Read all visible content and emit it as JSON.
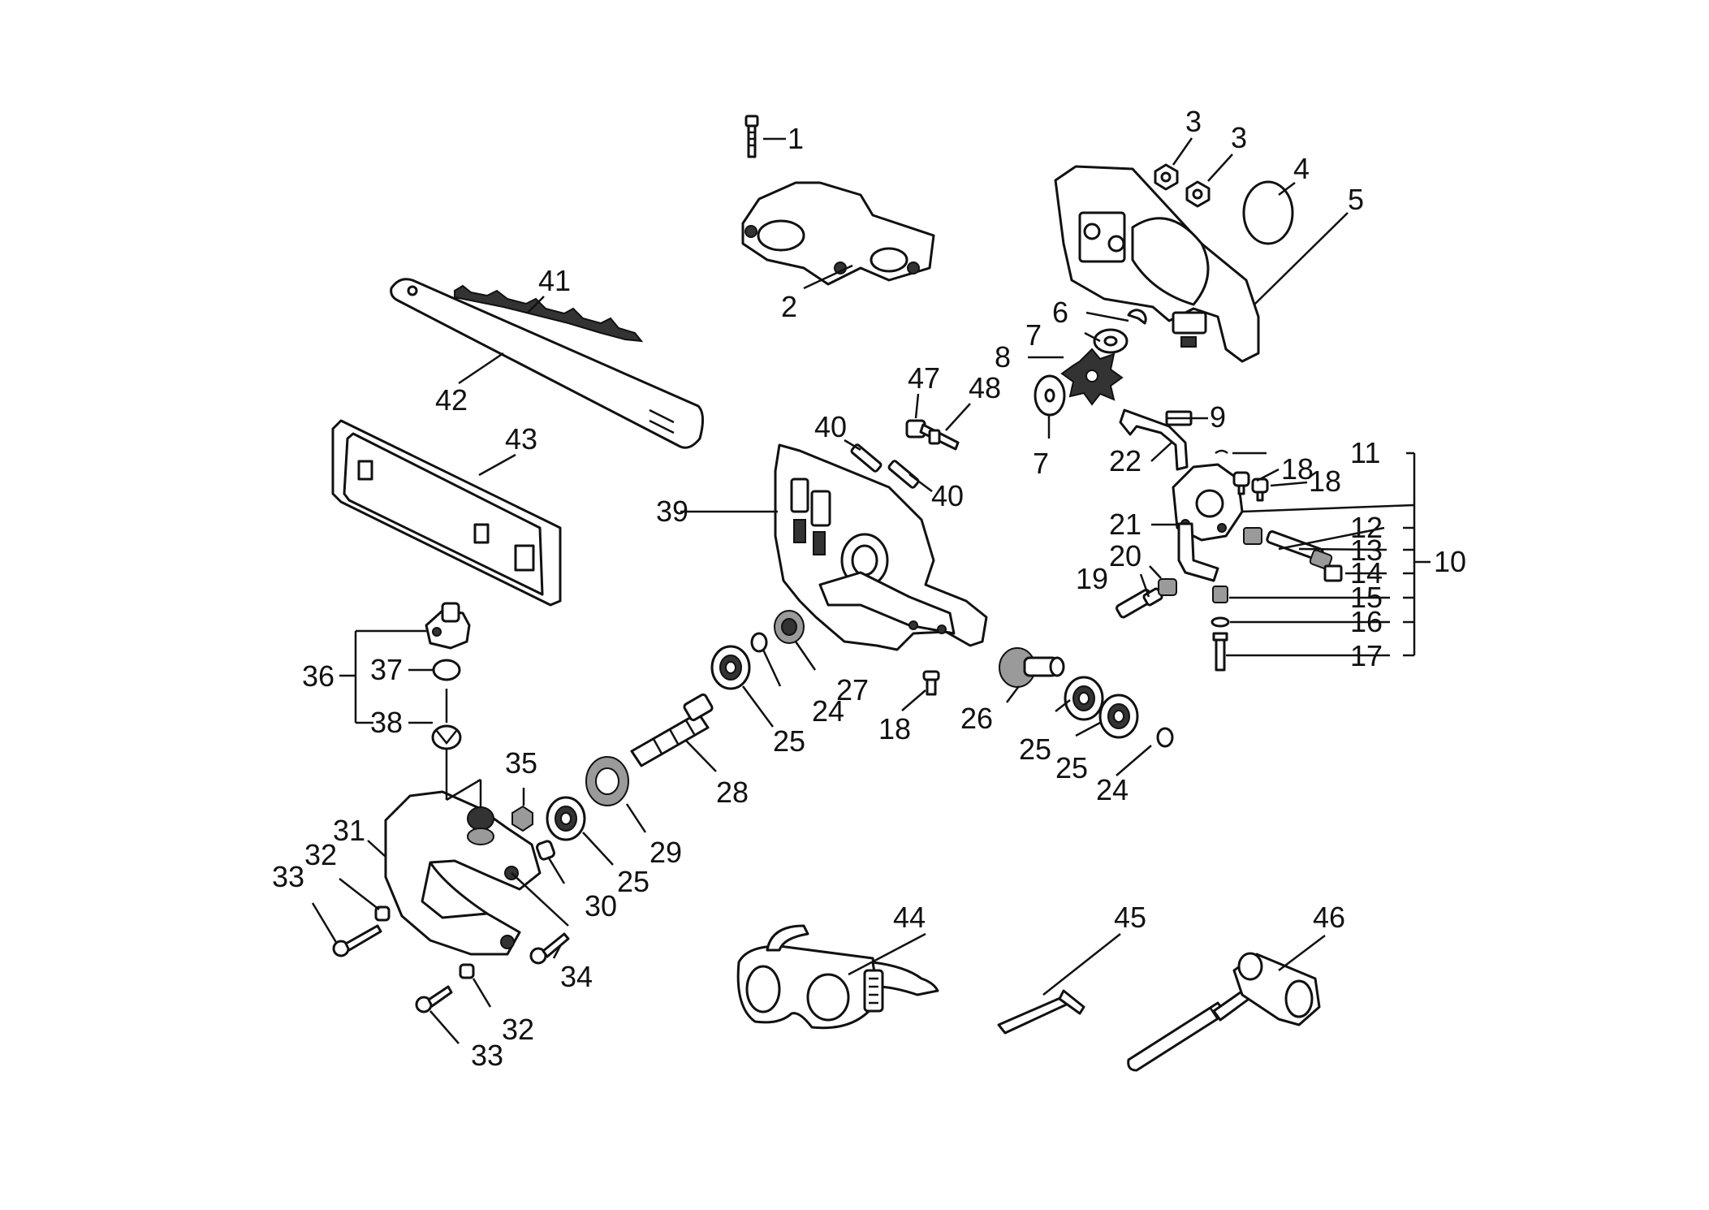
{
  "labels": {
    "l1": "1",
    "l2": "2",
    "l3a": "3",
    "l3b": "3",
    "l4": "4",
    "l5": "5",
    "l6": "6",
    "l7a": "7",
    "l7b": "7",
    "l8": "8",
    "l9": "9",
    "l10": "10",
    "l11": "11",
    "l12": "12",
    "l13": "13",
    "l14": "14",
    "l15": "15",
    "l16": "16",
    "l17": "17",
    "l18a": "18",
    "l18b": "18",
    "l18c": "18",
    "l19": "19",
    "l20": "20",
    "l21": "21",
    "l22": "22",
    "l24a": "24",
    "l24b": "24",
    "l25a": "25",
    "l25b": "25",
    "l25c": "25",
    "l25d": "25",
    "l26": "26",
    "l27": "27",
    "l28": "28",
    "l29": "29",
    "l30": "30",
    "l31": "31",
    "l32a": "32",
    "l32b": "32",
    "l33a": "33",
    "l33b": "33",
    "l34": "34",
    "l35": "35",
    "l36": "36",
    "l37": "37",
    "l38": "38",
    "l39": "39",
    "l40a": "40",
    "l40b": "40",
    "l41": "41",
    "l42": "42",
    "l43": "43",
    "l44": "44",
    "l45": "45",
    "l46": "46",
    "l47": "47",
    "l48": "48"
  }
}
